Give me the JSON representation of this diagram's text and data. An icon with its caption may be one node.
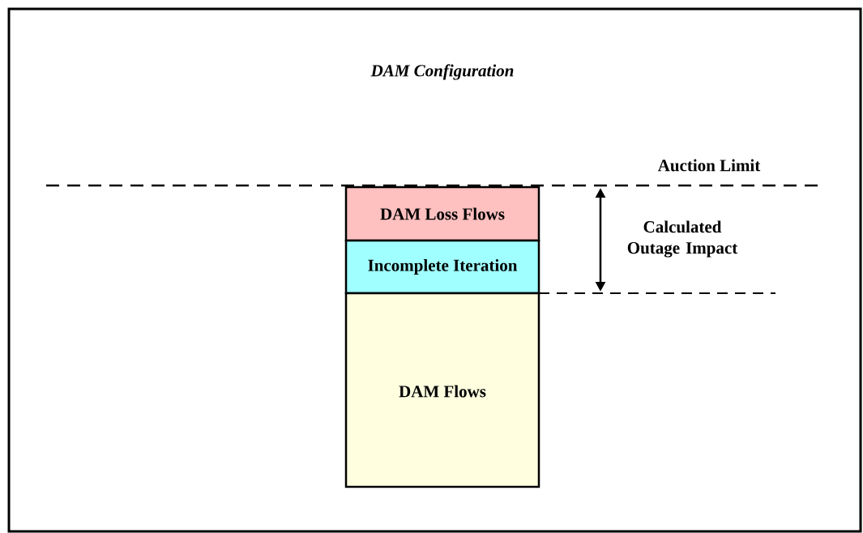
{
  "diagram": {
    "title": "DAM Configuration",
    "nodes": [
      {
        "text": [
          "DAM Loss Flows"
        ]
      },
      {
        "text": [
          "Incomplete Iteration"
        ]
      },
      {
        "text": [
          "DAM Flows"
        ]
      }
    ],
    "labels": [
      "Auction Limit",
      "Calculated Outage Impact"
    ]
  }
}
